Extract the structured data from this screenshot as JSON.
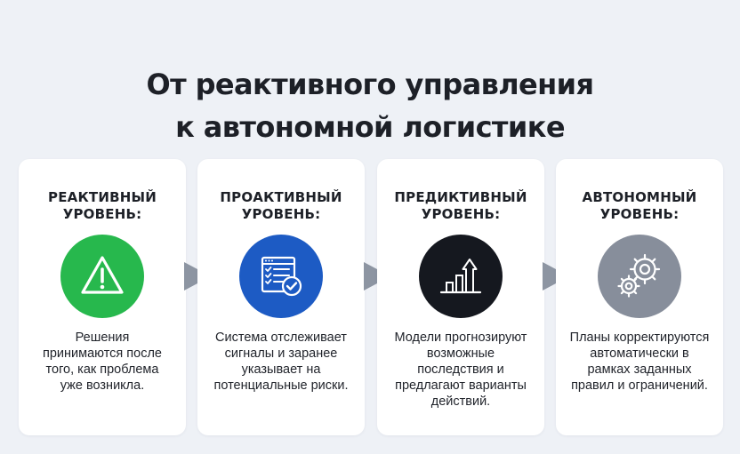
{
  "title": {
    "line1": "От реактивного управления",
    "line2": "к автономной логистике"
  },
  "cards": [
    {
      "heading": [
        "РЕАКТИВНЫЙ",
        "УРОВЕНЬ:"
      ],
      "icon": "warning-icon",
      "color": "#27b84d",
      "text": [
        "Решения",
        "принимаются после",
        "того, как проблема",
        "уже возникла."
      ]
    },
    {
      "heading": [
        "ПРОАКТИВНЫЙ",
        "УРОВЕНЬ:"
      ],
      "icon": "checklist-icon",
      "color": "#1d5bc4",
      "text": [
        "Система отслеживает",
        "сигналы и заранее",
        "указывает на",
        "потенциальные риски."
      ]
    },
    {
      "heading": [
        "ПРЕДИКТИВНЫЙ",
        "УРОВЕНЬ:"
      ],
      "icon": "growth-chart-icon",
      "color": "#15181f",
      "text": [
        "Модели прогнозируют",
        "возможные",
        "последствия и",
        "предлагают варианты",
        "действий."
      ]
    },
    {
      "heading": [
        "АВТОНОМНЫЙ",
        "УРОВЕНЬ:"
      ],
      "icon": "gears-icon",
      "color": "#878e9b",
      "text": [
        "Планы корректируются",
        "автоматически в",
        "рамках заданных",
        "правил и ограничений."
      ]
    }
  ],
  "arrow_color": "#8d95a2"
}
